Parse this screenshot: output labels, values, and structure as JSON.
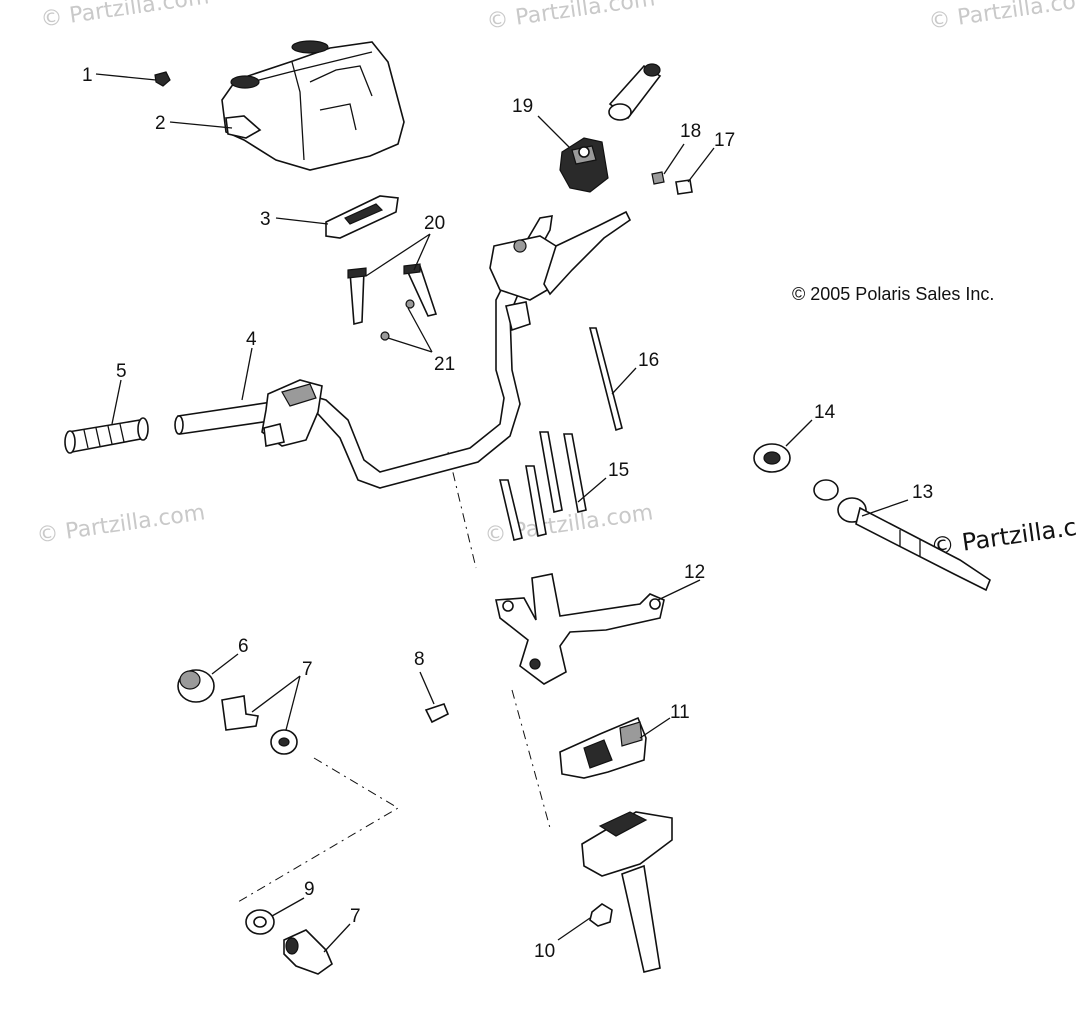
{
  "watermark": {
    "text": "© Partzilla.com",
    "text_partial": "© Partzilla.com",
    "text_cut": "© Partzilla.co"
  },
  "copyright": "© 2005 Polaris Sales Inc.",
  "callouts": [
    "1",
    "2",
    "3",
    "4",
    "5",
    "6",
    "7",
    "8",
    "9",
    "10",
    "11",
    "12",
    "13",
    "14",
    "15",
    "16",
    "17",
    "18",
    "19",
    "20",
    "21",
    "7"
  ]
}
